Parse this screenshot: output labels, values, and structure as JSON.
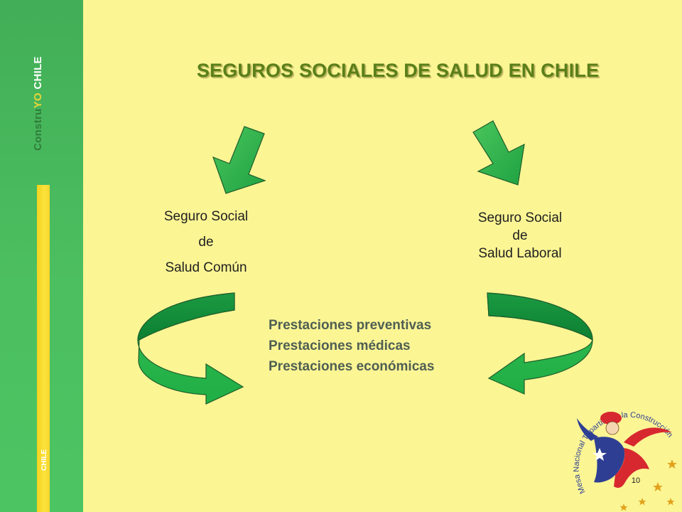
{
  "sidebar": {
    "brand": {
      "part1": "Constru",
      "part2": "YO",
      "part3": " CHILE"
    },
    "small_mark": "CHILE"
  },
  "slide": {
    "title": "SEGUROS SOCIALES DE SALUD EN CHILE",
    "left_box": {
      "line1": "Seguro Social",
      "line2": "de",
      "line3": "Salud Común"
    },
    "right_box": {
      "line1": "Seguro Social",
      "line2": "de",
      "line3": "Salud Laboral"
    },
    "benefits": [
      "Prestaciones preventivas",
      "Prestaciones médicas",
      "Prestaciones económicas"
    ],
    "page_number": "10"
  },
  "logo": {
    "text": "Mesa Nacional Tripartita de la Construcción"
  },
  "colors": {
    "background": "#FBF594",
    "sidebar_green": "#4CBF60",
    "accent_yellow": "#FCE23C",
    "arrow_green": "#2EB349",
    "arrow_dark_green": "#0C8A38",
    "title_green": "#5A7F1A"
  }
}
